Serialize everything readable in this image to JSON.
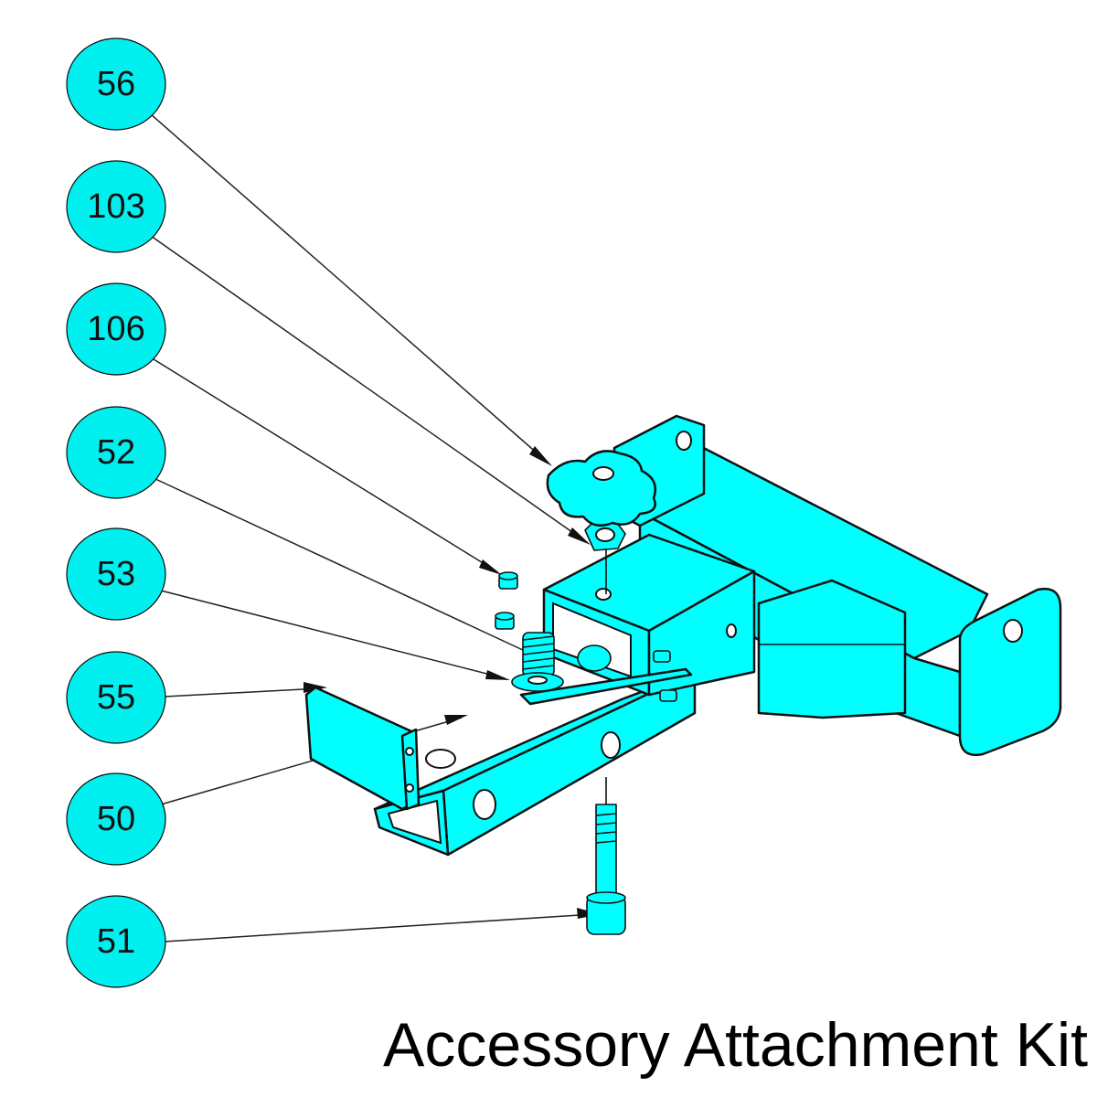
{
  "caption": "Accessory Attachment Kit",
  "balloons": [
    {
      "label": "56"
    },
    {
      "label": "103"
    },
    {
      "label": "106"
    },
    {
      "label": "52"
    },
    {
      "label": "53"
    },
    {
      "label": "55"
    },
    {
      "label": "50"
    },
    {
      "label": "51"
    }
  ],
  "colors": {
    "part_fill": "#00ffff",
    "balloon_fill": "#00f0f0",
    "outline": "#111111"
  }
}
